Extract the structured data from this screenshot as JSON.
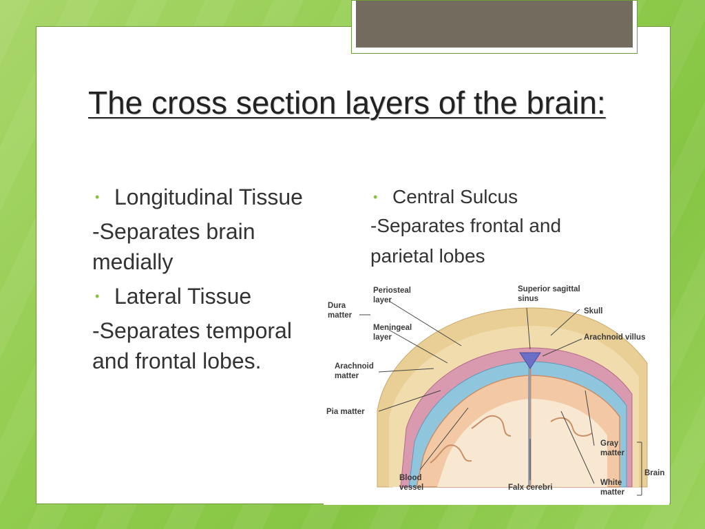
{
  "slide": {
    "title": "The cross section layers of the brain:",
    "left_column": {
      "items": [
        {
          "type": "bullet",
          "text": "Longitudinal Tissue"
        },
        {
          "type": "para",
          "text": "-Separates brain medially"
        },
        {
          "type": "bullet",
          "text": "Lateral Tissue"
        },
        {
          "type": "para",
          "text": "-Separates temporal and frontal lobes."
        }
      ]
    },
    "right_column": {
      "bullet": "Central Sulcus",
      "para": "-Separates frontal and parietal lobes"
    },
    "figure": {
      "labels": {
        "dura_matter": [
          "Dura",
          "matter"
        ],
        "periosteal_layer": [
          "Periosteal",
          "layer"
        ],
        "meningeal_layer": [
          "Meningeal",
          "layer"
        ],
        "arachnoid_matter": [
          "Arachnoid",
          "matter"
        ],
        "pia_matter": "Pia matter",
        "blood_vessel": [
          "Blood",
          "vessel"
        ],
        "superior_sagittal_sinus": [
          "Superior sagittal",
          "sinus"
        ],
        "skull": "Skull",
        "arachnoid_villus": "Arachnoid villus",
        "gray_matter": [
          "Gray",
          "matter"
        ],
        "white_matter": [
          "White",
          "matter"
        ],
        "brain": "Brain",
        "falx_cerebri": "Falx cerebri"
      }
    }
  },
  "colors": {
    "background_green": "#8fcb4c",
    "tab_fill": "#736c5e",
    "bullet": "#8bbf3f"
  }
}
